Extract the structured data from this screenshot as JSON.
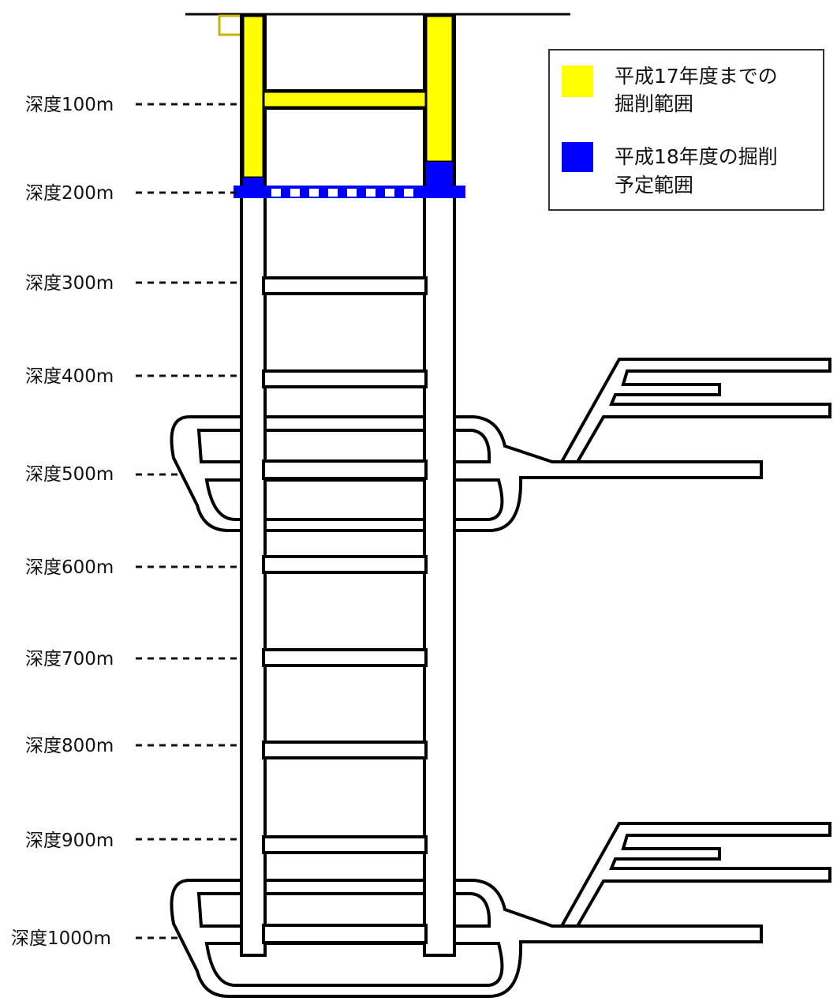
{
  "colors": {
    "excavated_until_h17": "#ffff00",
    "planned_h18": "#0000ff",
    "outline": "#000000"
  },
  "depth_labels": [
    "深度100m",
    "深度200m",
    "深度300m",
    "深度400m",
    "深度500m",
    "深度600m",
    "深度700m",
    "深度800m",
    "深度900m",
    "深度1000m"
  ],
  "legend": {
    "items": [
      {
        "line1": "平成17年度までの",
        "line2": "掘削範囲",
        "color": "#ffff00"
      },
      {
        "line1": "平成18年度の掘削",
        "line2": "予定範囲",
        "color": "#0000ff"
      }
    ]
  }
}
